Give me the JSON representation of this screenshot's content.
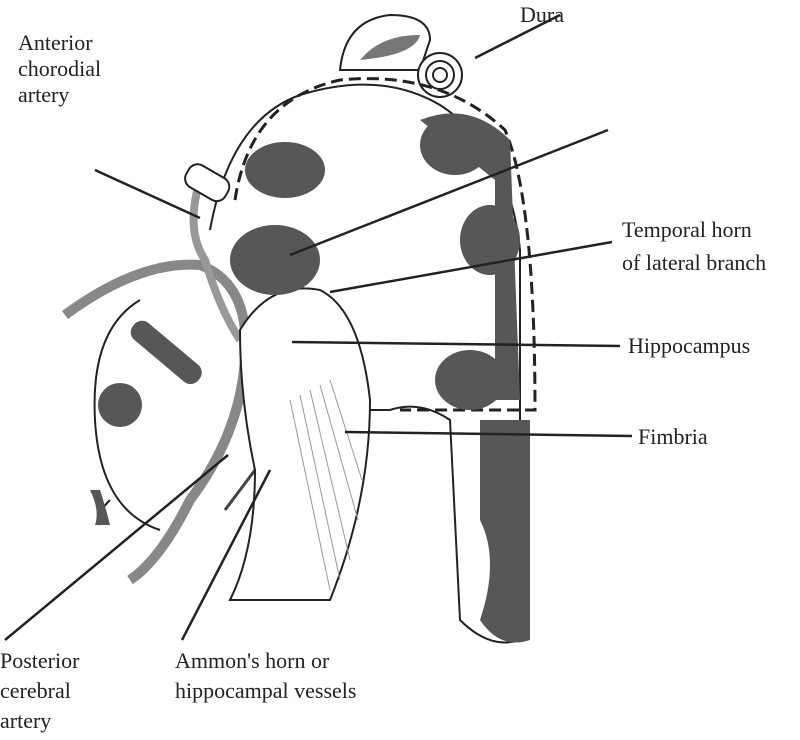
{
  "labels": {
    "dura": "Dura",
    "anterior_choroidal": [
      "Anterior",
      "chorodial",
      "artery"
    ],
    "temporal_horn": [
      "Temporal horn",
      "of lateral branch"
    ],
    "hippocampus": "Hippocampus",
    "fimbria": "Fimbria",
    "posterior_cerebral": [
      "Posterior",
      "cerebral",
      "artery"
    ],
    "ammons_horn": [
      "Ammon's horn or",
      "hippocampal vessels"
    ]
  },
  "colors": {
    "gray_matter": "#575757",
    "line": "#222222"
  }
}
